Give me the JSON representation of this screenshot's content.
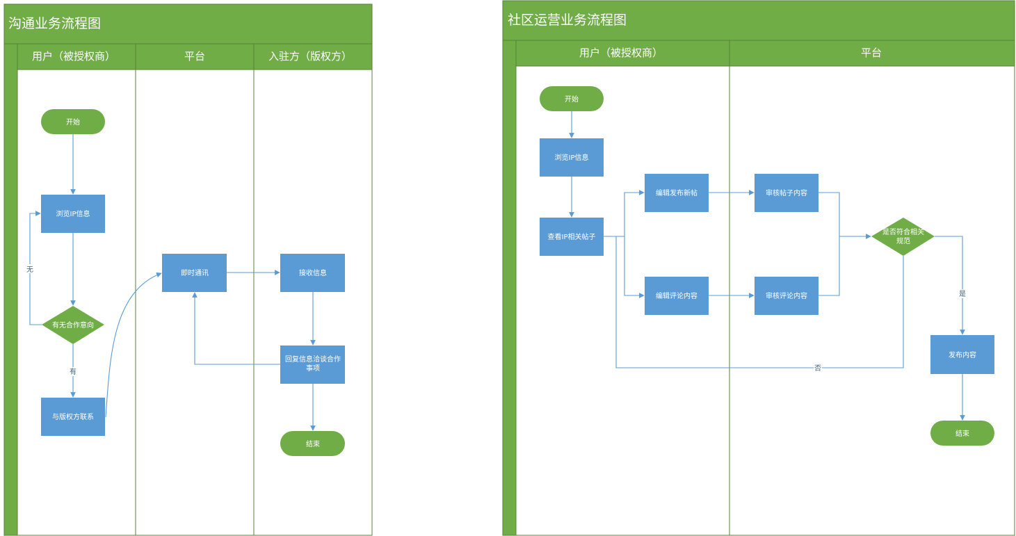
{
  "diagram1": {
    "title": "沟通业务流程图",
    "lanes": [
      "用户（被授权商）",
      "平台",
      "入驻方（版权方）"
    ],
    "nodes": {
      "start": "开始",
      "browse": "浏览IP信息",
      "decision": "有无合作意向",
      "contact": "与版权方联系",
      "im": "即时通讯",
      "receive": "接收信息",
      "reply": "回复信息洽谈合作事项",
      "end": "结束"
    },
    "labels": {
      "no": "无",
      "yes": "有"
    }
  },
  "diagram2": {
    "title": "社区运营业务流程图",
    "lanes": [
      "用户（被授权商）",
      "平台"
    ],
    "nodes": {
      "start": "开始",
      "browse": "浏览IP信息",
      "view": "查看IP相关帖子",
      "edit_post": "编辑发布新帖",
      "edit_comment": "编辑评论内容",
      "review_post": "审核帖子内容",
      "review_comment": "审核评论内容",
      "decision": "是否符合相关规范",
      "publish": "发布内容",
      "end": "结束"
    },
    "labels": {
      "yes": "是",
      "no": "否"
    }
  },
  "colors": {
    "green": "#70ad47",
    "blue": "#5b9bd5",
    "border": "#548235",
    "line": "#5b9bd5"
  }
}
